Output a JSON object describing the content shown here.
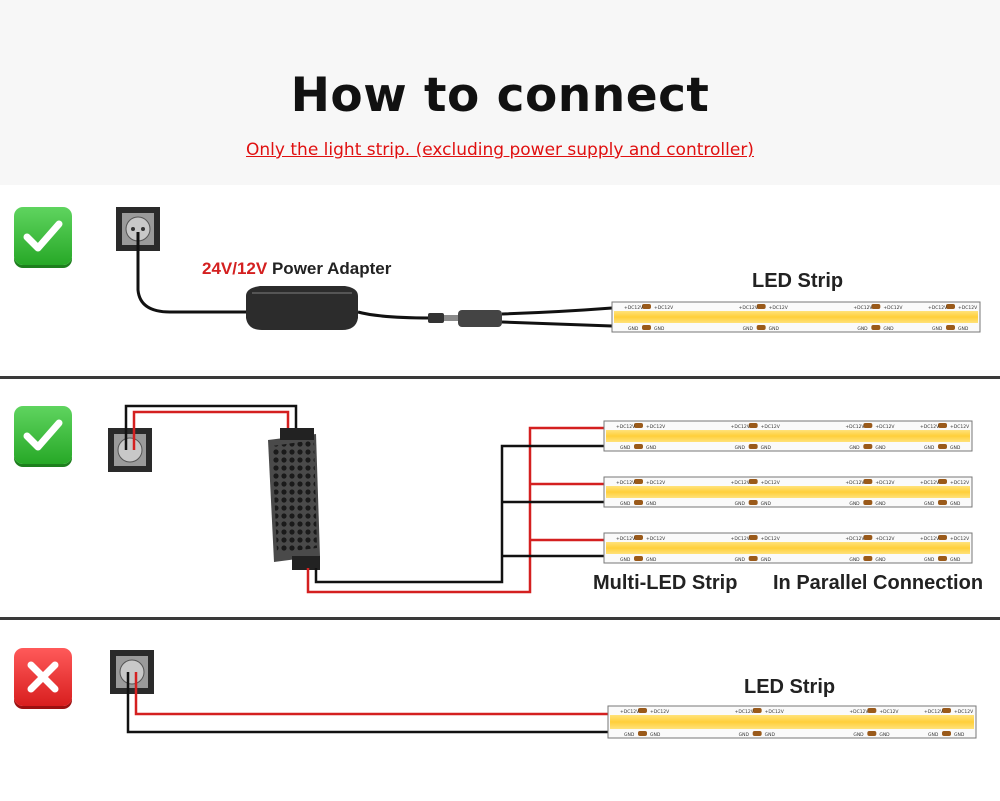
{
  "header": {
    "title": "How to connect",
    "subtitle": "Only the light strip. (excluding power supply and controller)"
  },
  "section1": {
    "adapter_label_voltage": "24V/12V",
    "adapter_label_text": "Power Adapter",
    "strip_label": "LED Strip",
    "status": "correct",
    "status_icon": "checkmark-icon"
  },
  "section2": {
    "strips_label": "Multi-LED Strip",
    "connection_label": "In Parallel Connection",
    "status": "correct",
    "status_icon": "checkmark-icon"
  },
  "section3": {
    "strip_label": "LED Strip",
    "status": "incorrect",
    "status_icon": "cross-icon"
  },
  "strip": {
    "top_pad_label": "+DC12V",
    "bottom_pad_label": "GND"
  },
  "colors": {
    "check_green": "#27a827",
    "cross_red": "#d81e1e",
    "subtitle_red": "#e01010",
    "wire_red": "#d42020",
    "strip_yellow": "#ffd54a"
  }
}
